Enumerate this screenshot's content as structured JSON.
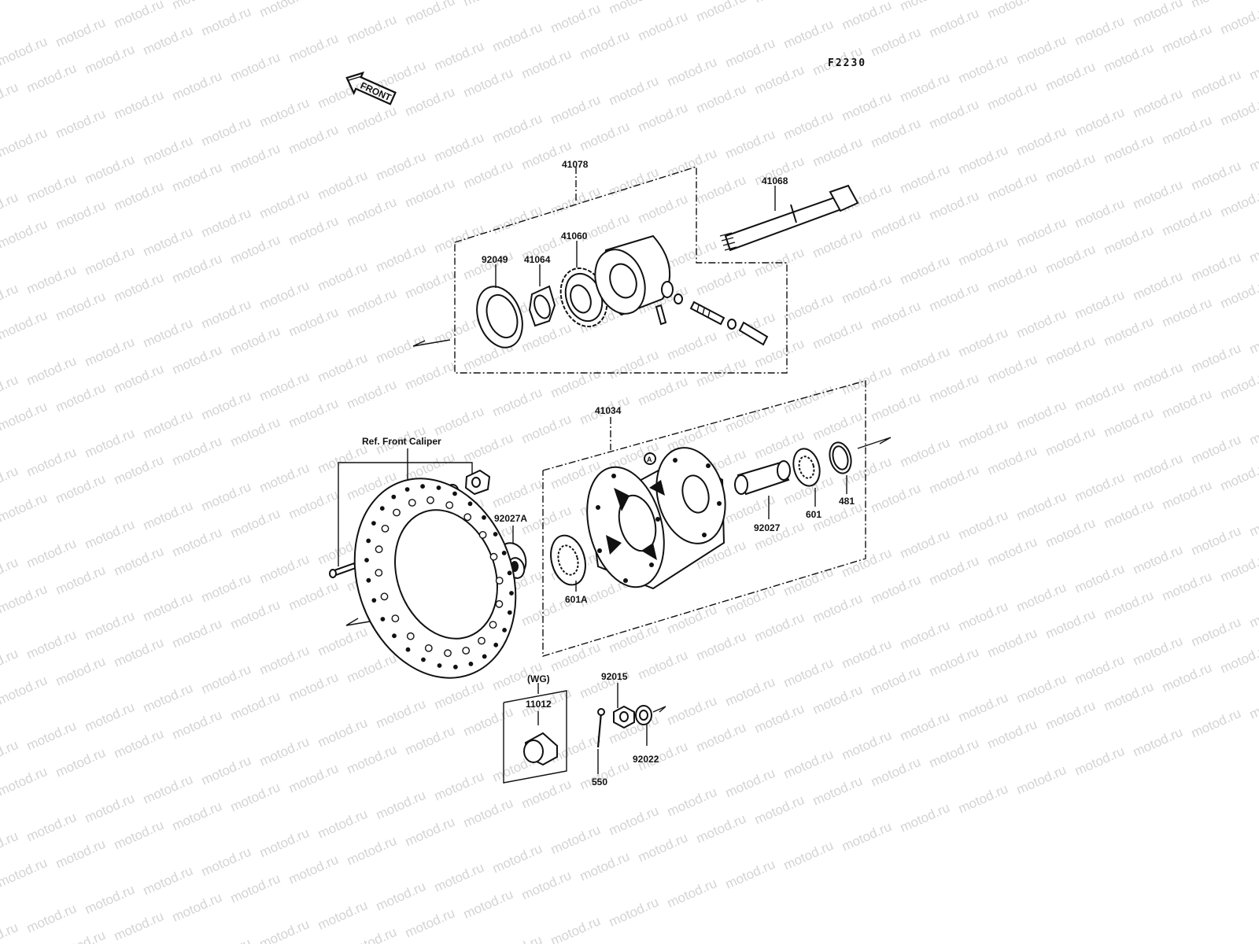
{
  "diagram": {
    "code": "F2230",
    "front_arrow": "FRONT",
    "watermark": "motod.ru",
    "group_labels": {
      "upper_assembly": "41078",
      "hub_assembly": "41034",
      "ref_caliper": "Ref. Front Caliper",
      "wg": "(WG)"
    },
    "parts": {
      "p41068": "41068",
      "p41060": "41060",
      "p92049": "92049",
      "p41064": "41064",
      "p92027A": "92027A",
      "p601A": "601A",
      "p92027": "92027",
      "p601": "601",
      "p481": "481",
      "p11012": "11012",
      "p92015": "92015",
      "p550": "550",
      "p92022": "92022"
    },
    "markers": {
      "a1": "A",
      "a2": "A"
    }
  }
}
